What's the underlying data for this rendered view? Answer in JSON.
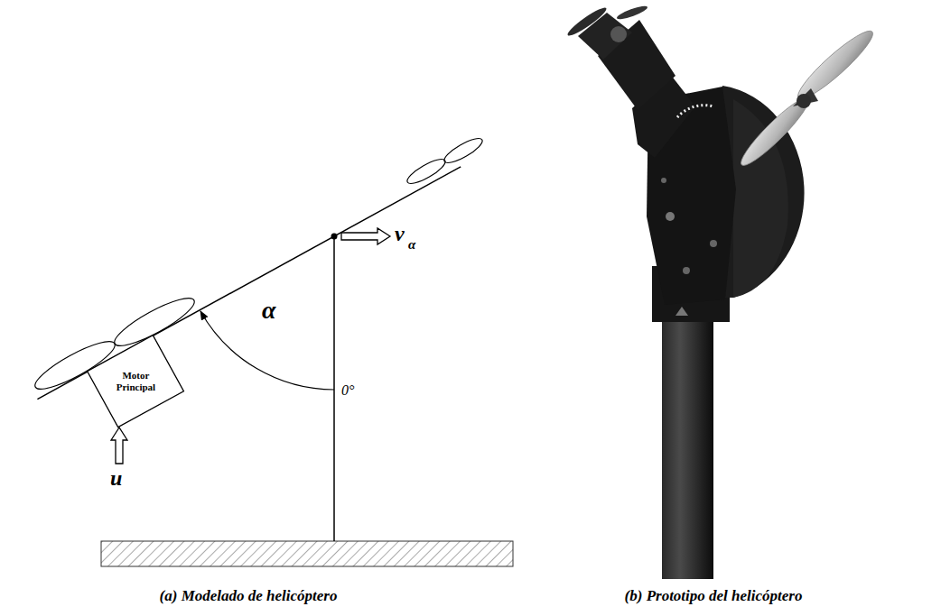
{
  "diagram": {
    "nodes": [
      {
        "text": [
          "Motor Principal"
        ]
      }
    ],
    "labels": [
      "u",
      "v",
      "α",
      "α",
      "0°",
      "(a) Modelado de helicóptero",
      "(b) Prototipo del helicóptero"
    ]
  }
}
